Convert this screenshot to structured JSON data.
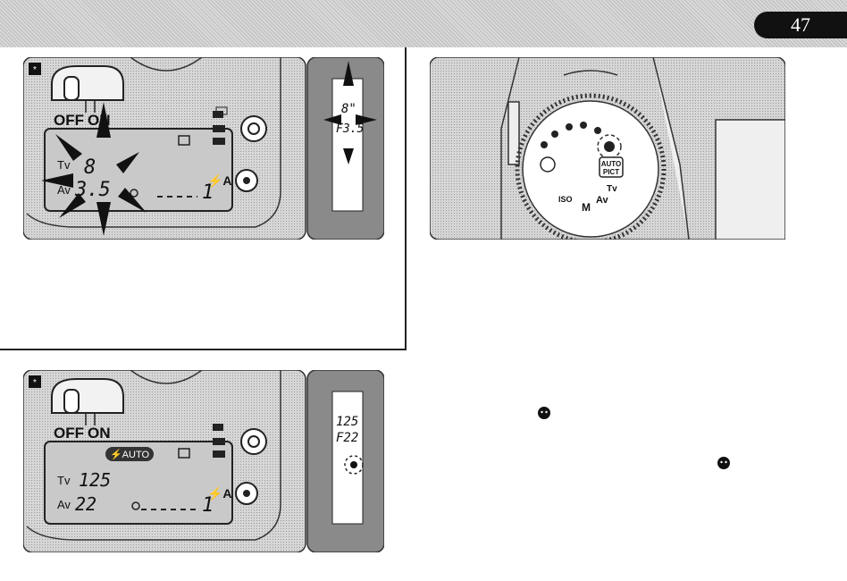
{
  "page": {
    "number": "47"
  },
  "figure_top_left": {
    "switch_off": "OFF",
    "switch_on": "ON",
    "tv_label": "Tv",
    "av_label": "Av",
    "shutter_value": "8",
    "aperture_value": "3.5",
    "frame_count": "1",
    "flash_mode_label": "⚡A",
    "viewfinder_shutter": "8\"",
    "viewfinder_aperture": "F3.5"
  },
  "figure_top_right": {
    "mode_auto": "AUTO",
    "mode_pict": "PICT",
    "mode_tv": "Tv",
    "mode_av": "Av",
    "mode_m": "M",
    "mode_iso": "ISO"
  },
  "figure_bottom_left": {
    "switch_off": "OFF",
    "switch_on": "ON",
    "flash_badge": "⚡AUTO",
    "tv_label": "Tv",
    "av_label": "Av",
    "shutter_value": "125",
    "aperture_value": "22",
    "frame_count": "1",
    "flash_mode_label": "⚡A",
    "viewfinder_shutter": "125",
    "viewfinder_aperture": "F22"
  },
  "colors": {
    "header": "#c8c8c8",
    "panel_bg": "#d4d4d4",
    "lcd": "#c8c8c8",
    "viewfinder": "#8a8a8a"
  }
}
